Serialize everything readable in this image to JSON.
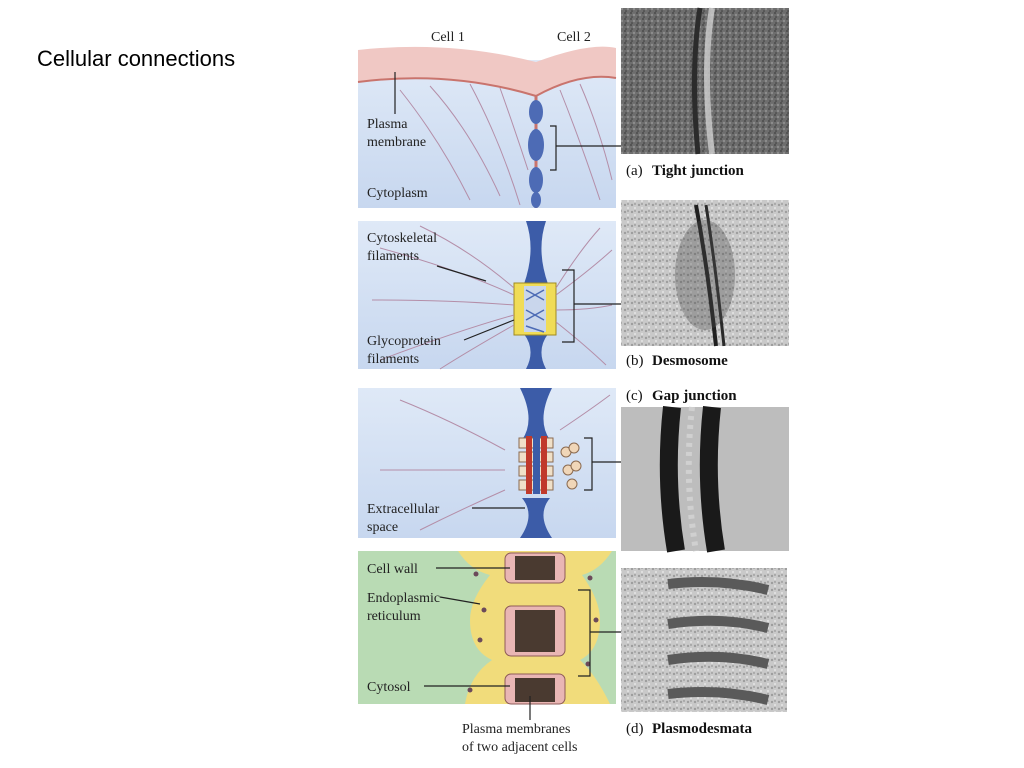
{
  "slide": {
    "title": "Cellular connections"
  },
  "diagram": {
    "cell1_label": "Cell 1",
    "cell2_label": "Cell 2",
    "panel_a": {
      "letter": "(a)",
      "caption": "Tight junction",
      "labels": {
        "plasma_1": "Plasma",
        "plasma_2": "membrane",
        "cytoplasm": "Cytoplasm"
      }
    },
    "panel_b": {
      "letter": "(b)",
      "caption": "Desmosome",
      "labels": {
        "cyto_1": "Cytoskeletal",
        "cyto_2": "filaments",
        "glyco_1": "Glycoprotein",
        "glyco_2": "filaments"
      }
    },
    "panel_c": {
      "letter": "(c)",
      "caption": "Gap junction",
      "labels": {
        "extra_1": "Extracellular",
        "extra_2": "space"
      }
    },
    "panel_d": {
      "letter": "(d)",
      "caption": "Plasmodesmata",
      "labels": {
        "cell_wall": "Cell wall",
        "er_1": "Endoplasmic",
        "er_2": "reticulum",
        "cytosol": "Cytosol"
      }
    },
    "bottom_label": {
      "line1": "Plasma membranes",
      "line2": "of two adjacent cells"
    }
  }
}
